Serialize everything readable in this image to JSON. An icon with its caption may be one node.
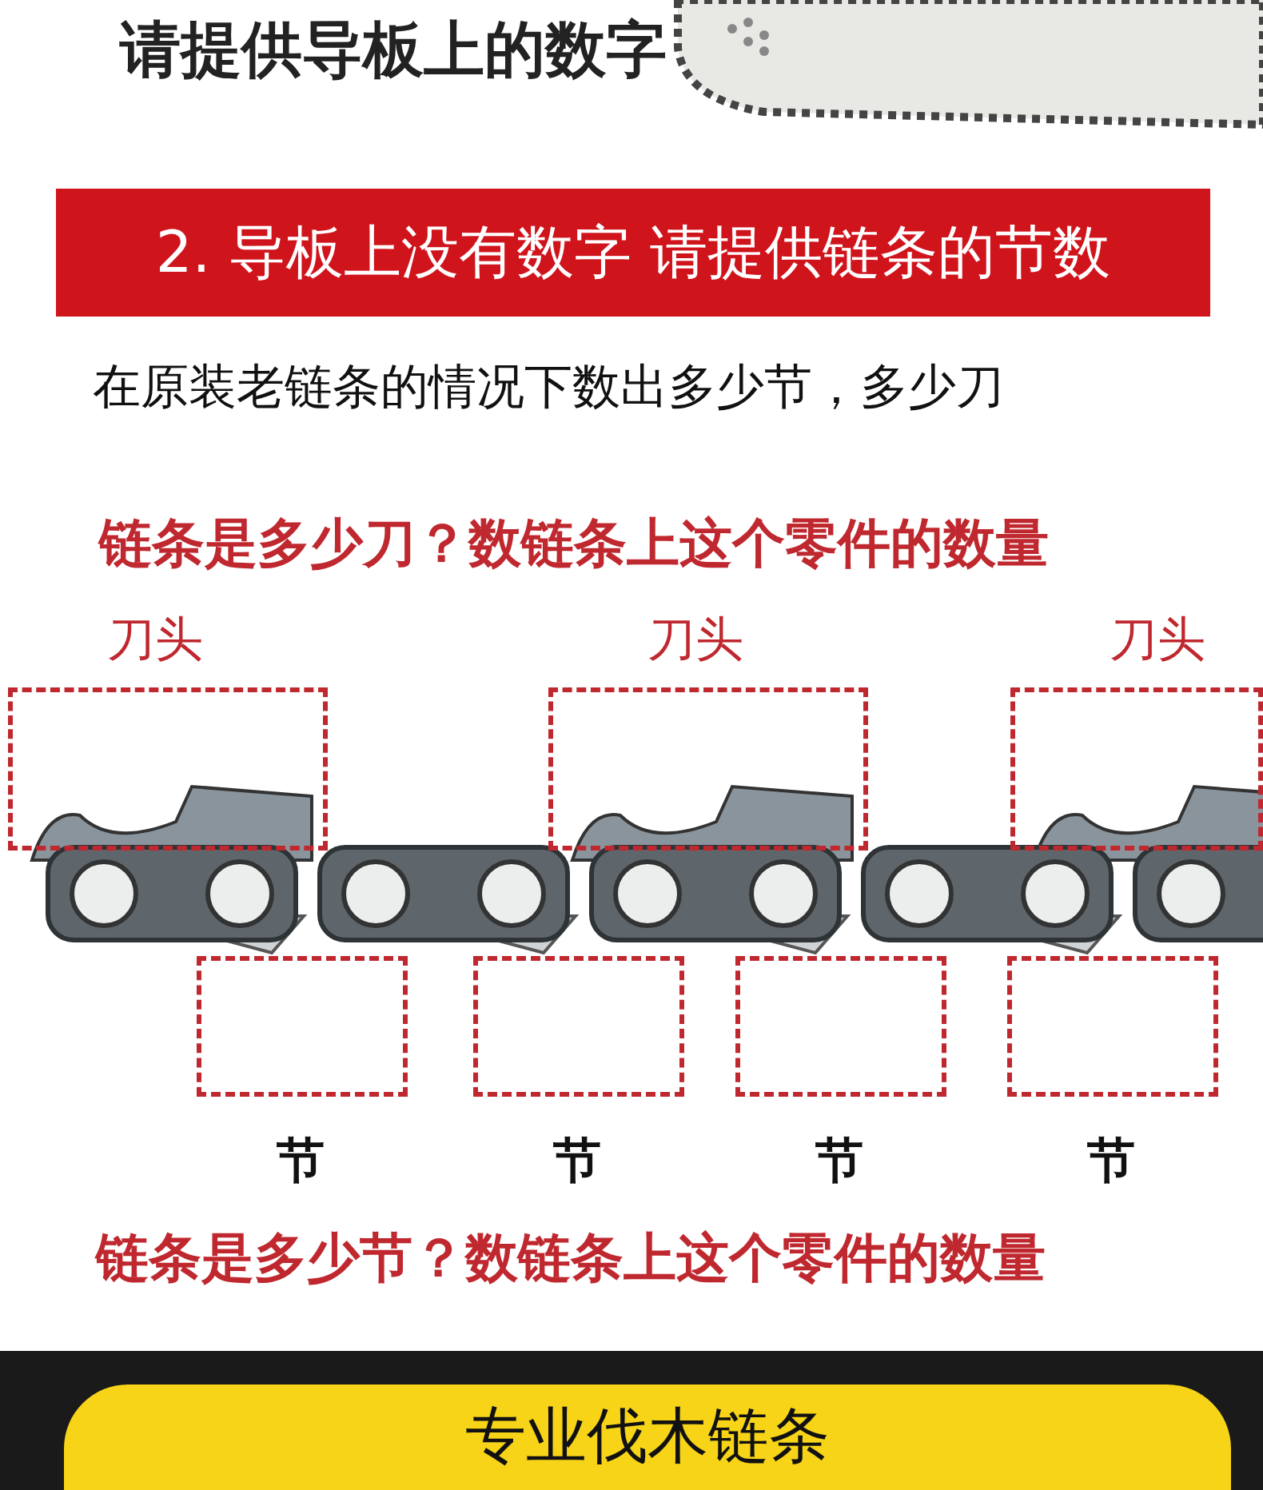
{
  "diagram": {
    "nodes": [
      {
        "text": [
          "2. 导板上没有数字 请提供链条的节数"
        ]
      },
      {
        "text": [
          "刀头"
        ]
      },
      {
        "text": [
          "刀头"
        ]
      },
      {
        "text": [
          "刀头"
        ]
      },
      {
        "text": [
          "节"
        ]
      },
      {
        "text": [
          "节"
        ]
      },
      {
        "text": [
          "节"
        ]
      },
      {
        "text": [
          "节"
        ]
      },
      {
        "text": [
          "专业伐木链条"
        ]
      }
    ],
    "labels": [
      "请提供导板上的数字",
      "在原装老链条的情况下数出多少节，多少刀",
      "链条是多少刀？数链条上这个零件的数量",
      "链条是多少节？数链条上这个零件的数量"
    ]
  }
}
